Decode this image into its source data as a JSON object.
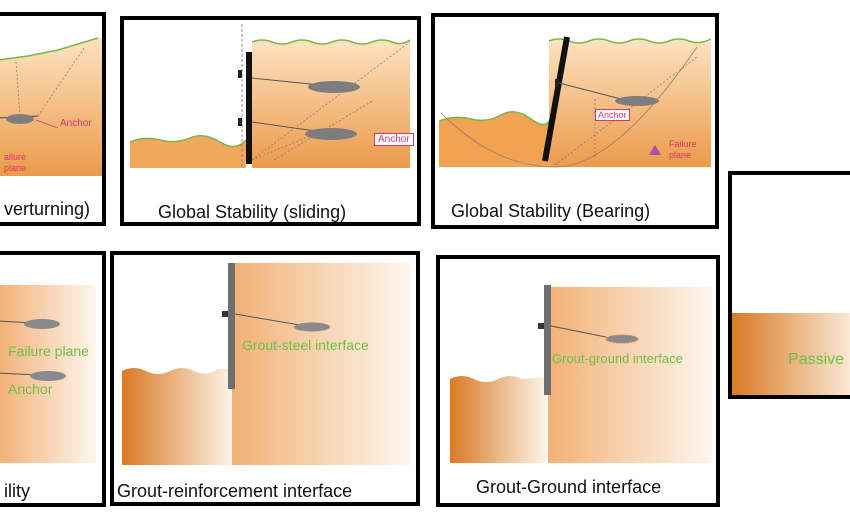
{
  "panels": {
    "overturning": {
      "caption": "verturning)",
      "failure_label_1": "ailure",
      "failure_label_2": "plane",
      "anchor_label": "Anchor"
    },
    "sliding": {
      "caption": "Global Stability (sliding)",
      "anchor_label": "Anchor"
    },
    "bearing": {
      "caption": "Global Stability (Bearing)",
      "anchor_label": "Anchor",
      "failure_label_1": "Failure",
      "failure_label_2": "plane"
    },
    "bottom_left": {
      "caption": "ility",
      "failure_label": "Failure plane",
      "anchor_label": "Anchor"
    },
    "grout_reinforcement": {
      "caption": "Grout-reinforcement interface",
      "interface_label": "Grout-steel interface"
    },
    "grout_ground": {
      "caption": "Grout-Ground interface",
      "interface_label": "Grout-ground interface"
    },
    "passive": {
      "label": "Passive"
    }
  },
  "colors": {
    "soil_dark": "#e2872e",
    "soil_light": "#fde2c0",
    "anchor_label": "#d9366b",
    "interface_label": "#6cc046",
    "frame": "#000000"
  }
}
